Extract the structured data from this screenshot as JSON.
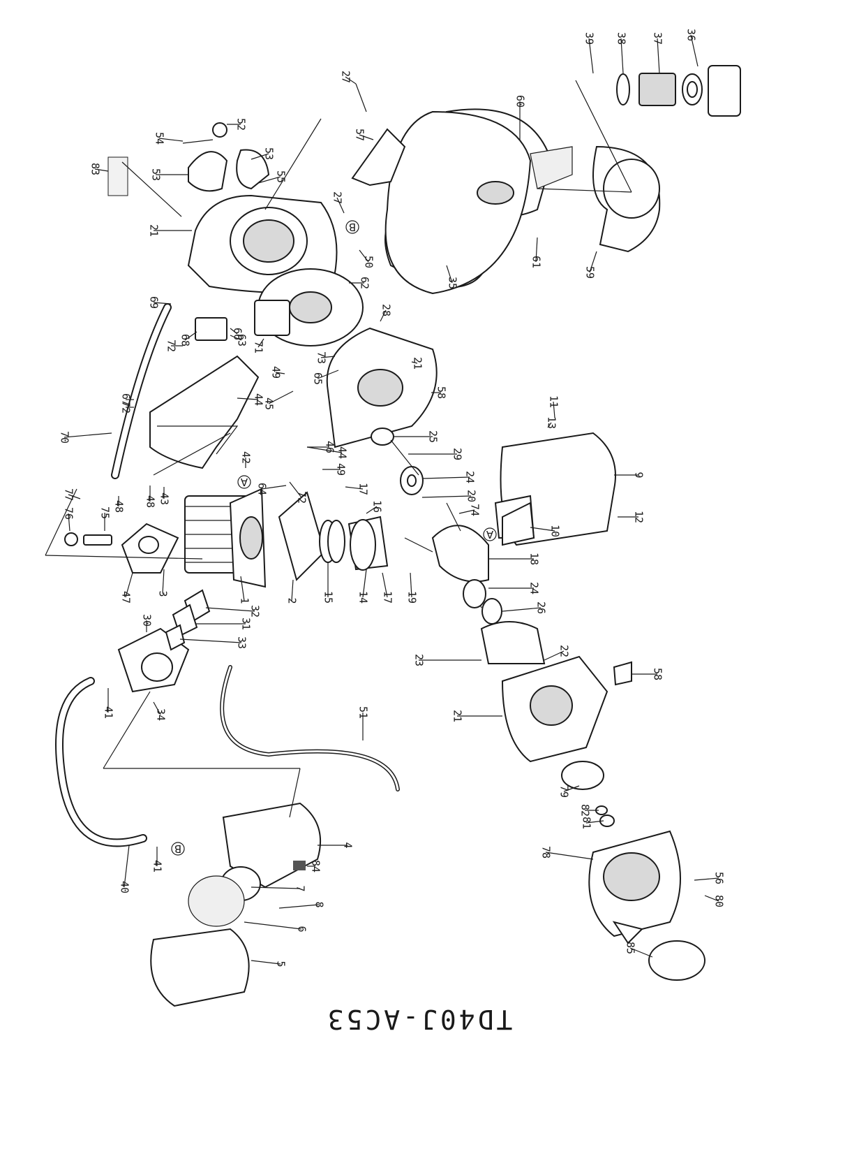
{
  "drawing": {
    "model_code": "TD40J-AC53",
    "circle_markers": [
      "A",
      "B"
    ],
    "callouts": [
      {
        "id": "c1",
        "label": "1"
      },
      {
        "id": "c2",
        "label": "2"
      },
      {
        "id": "c3",
        "label": "3"
      },
      {
        "id": "c4",
        "label": "4"
      },
      {
        "id": "c5",
        "label": "5"
      },
      {
        "id": "c6",
        "label": "6"
      },
      {
        "id": "c7",
        "label": "7"
      },
      {
        "id": "c8",
        "label": "8"
      },
      {
        "id": "c9",
        "label": "9"
      },
      {
        "id": "c10",
        "label": "10"
      },
      {
        "id": "c11",
        "label": "11"
      },
      {
        "id": "c12",
        "label": "12"
      },
      {
        "id": "c13",
        "label": "13"
      },
      {
        "id": "c14",
        "label": "14"
      },
      {
        "id": "c15",
        "label": "15"
      },
      {
        "id": "c16",
        "label": "16"
      },
      {
        "id": "c17a",
        "label": "17"
      },
      {
        "id": "c17b",
        "label": "17"
      },
      {
        "id": "c18",
        "label": "18"
      },
      {
        "id": "c19",
        "label": "19"
      },
      {
        "id": "c20",
        "label": "20"
      },
      {
        "id": "c21a",
        "label": "21"
      },
      {
        "id": "c21b",
        "label": "21"
      },
      {
        "id": "c21c",
        "label": "21"
      },
      {
        "id": "c22",
        "label": "22"
      },
      {
        "id": "c23",
        "label": "23"
      },
      {
        "id": "c24a",
        "label": "24"
      },
      {
        "id": "c24b",
        "label": "24"
      },
      {
        "id": "c25",
        "label": "25"
      },
      {
        "id": "c26",
        "label": "26"
      },
      {
        "id": "c27a",
        "label": "27"
      },
      {
        "id": "c27b",
        "label": "27"
      },
      {
        "id": "c28",
        "label": "28"
      },
      {
        "id": "c29",
        "label": "29"
      },
      {
        "id": "c30",
        "label": "30"
      },
      {
        "id": "c31",
        "label": "31"
      },
      {
        "id": "c32",
        "label": "32"
      },
      {
        "id": "c33",
        "label": "33"
      },
      {
        "id": "c34",
        "label": "34"
      },
      {
        "id": "c35",
        "label": "35"
      },
      {
        "id": "c36",
        "label": "36"
      },
      {
        "id": "c37",
        "label": "37"
      },
      {
        "id": "c38",
        "label": "38"
      },
      {
        "id": "c39",
        "label": "39"
      },
      {
        "id": "c40",
        "label": "40"
      },
      {
        "id": "c41a",
        "label": "41"
      },
      {
        "id": "c41b",
        "label": "41"
      },
      {
        "id": "c42",
        "label": "42"
      },
      {
        "id": "c43",
        "label": "43"
      },
      {
        "id": "c44a",
        "label": "44"
      },
      {
        "id": "c44b",
        "label": "44"
      },
      {
        "id": "c45",
        "label": "45"
      },
      {
        "id": "c46",
        "label": "46"
      },
      {
        "id": "c47",
        "label": "47"
      },
      {
        "id": "c48a",
        "label": "48"
      },
      {
        "id": "c48b",
        "label": "48"
      },
      {
        "id": "c49a",
        "label": "49"
      },
      {
        "id": "c49b",
        "label": "49"
      },
      {
        "id": "c50",
        "label": "50"
      },
      {
        "id": "c51",
        "label": "51"
      },
      {
        "id": "c52",
        "label": "52"
      },
      {
        "id": "c53a",
        "label": "53"
      },
      {
        "id": "c53b",
        "label": "53"
      },
      {
        "id": "c54",
        "label": "54"
      },
      {
        "id": "c55",
        "label": "55"
      },
      {
        "id": "c56",
        "label": "56"
      },
      {
        "id": "c57",
        "label": "57"
      },
      {
        "id": "c58a",
        "label": "58"
      },
      {
        "id": "c58b",
        "label": "58"
      },
      {
        "id": "c59",
        "label": "59"
      },
      {
        "id": "c60",
        "label": "60"
      },
      {
        "id": "c61",
        "label": "61"
      },
      {
        "id": "c62",
        "label": "62"
      },
      {
        "id": "c63",
        "label": "63"
      },
      {
        "id": "c64",
        "label": "64"
      },
      {
        "id": "c65",
        "label": "65"
      },
      {
        "id": "c66",
        "label": "66"
      },
      {
        "id": "c67",
        "label": "67"
      },
      {
        "id": "c68",
        "label": "68"
      },
      {
        "id": "c69",
        "label": "69"
      },
      {
        "id": "c70",
        "label": "70"
      },
      {
        "id": "c71",
        "label": "71"
      },
      {
        "id": "c72a",
        "label": "72"
      },
      {
        "id": "c72b",
        "label": "72"
      },
      {
        "id": "c72c",
        "label": "72"
      },
      {
        "id": "c73",
        "label": "73"
      },
      {
        "id": "c74",
        "label": "74"
      },
      {
        "id": "c75",
        "label": "75"
      },
      {
        "id": "c76",
        "label": "76"
      },
      {
        "id": "c77",
        "label": "77"
      },
      {
        "id": "c78",
        "label": "78"
      },
      {
        "id": "c79",
        "label": "79"
      },
      {
        "id": "c80",
        "label": "80"
      },
      {
        "id": "c81",
        "label": "81"
      },
      {
        "id": "c82",
        "label": "82"
      },
      {
        "id": "c83",
        "label": "83"
      },
      {
        "id": "c84",
        "label": "84"
      },
      {
        "id": "c85",
        "label": "85"
      }
    ]
  }
}
